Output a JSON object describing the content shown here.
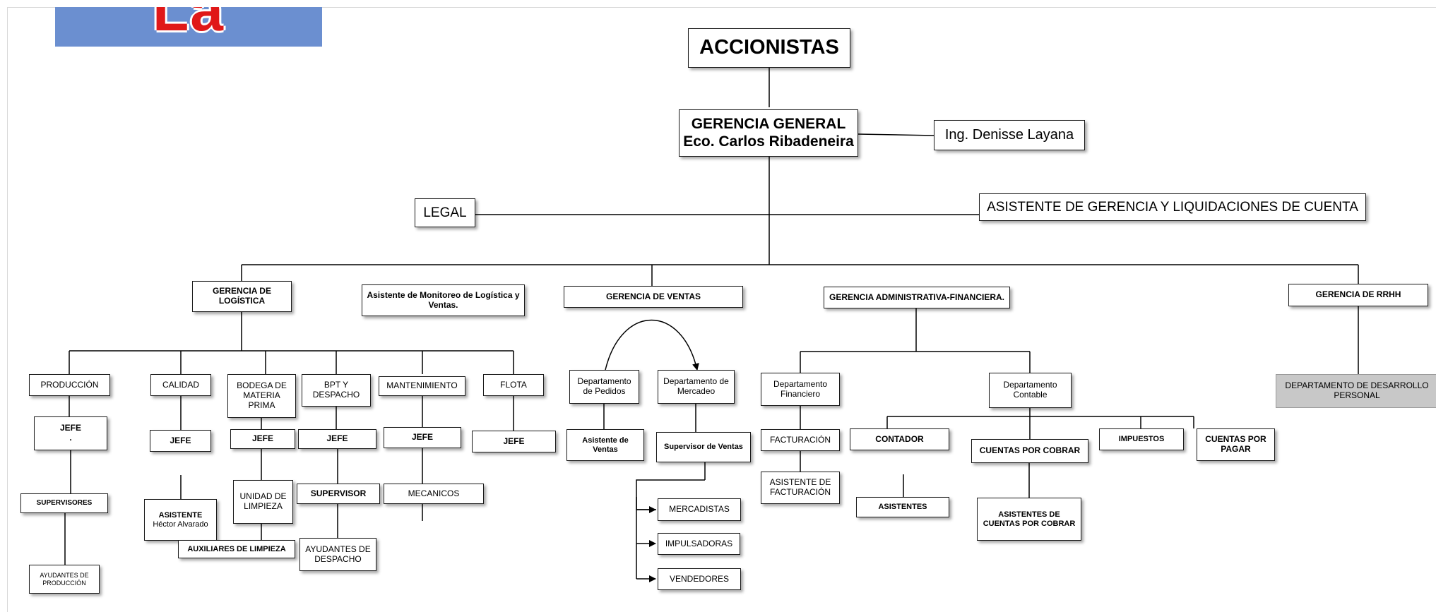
{
  "logo": {
    "text": "La Chilenita"
  },
  "nodes": {
    "accionistas": "ACCIONISTAS",
    "gerencia_general": [
      "GERENCIA GENERAL",
      "Eco. Carlos Ribadeneira"
    ],
    "denisse": "Ing. Denisse Layana",
    "legal": "LEGAL",
    "asistente_gerencia": "ASISTENTE DE GERENCIA Y LIQUIDACIONES DE CUENTA",
    "gerencia_logistica": "GERENCIA DE LOGÍSTICA",
    "asistente_monitoreo": "Asistente de Monitoreo de Logística y Ventas.",
    "gerencia_ventas": "GERENCIA DE VENTAS",
    "gerencia_admin": "GERENCIA ADMINISTRATIVA-FINANCIERA.",
    "gerencia_rrhh": "GERENCIA DE RRHH",
    "produccion": "PRODUCCIÓN",
    "calidad": "CALIDAD",
    "bodega": "BODEGA DE MATERIA PRIMA",
    "bpt": "BPT Y DESPACHO",
    "mantenimiento": "MANTENIMIENTO",
    "flota": "FLOTA",
    "jefe": "JEFE",
    "jefe_dot": ".",
    "supervisores": "SUPERVISORES",
    "ayudantes_produccion": "AYUDANTES DE PRODUCCIÓN",
    "asistente_calidad": [
      "ASISTENTE",
      "Héctor Alvarado"
    ],
    "unidad_limpieza": "UNIDAD DE LIMPIEZA",
    "auxiliares_limpieza": "AUXILIARES DE LIMPIEZA",
    "supervisor": "SUPERVISOR",
    "ayudantes_despacho": "AYUDANTES DE DESPACHO",
    "mecanicos": "MECANICOS",
    "depto_pedidos": "Departamento de Pedidos",
    "depto_mercadeo": "Departamento de Mercadeo",
    "asistente_ventas": "Asistente de Ventas",
    "supervisor_ventas": "Supervisor de Ventas",
    "mercadistas": "MERCADISTAS",
    "impulsadoras": "IMPULSADORAS",
    "vendedores": "VENDEDORES",
    "depto_financiero": "Departamento Financiero",
    "depto_contable": "Departamento Contable",
    "facturacion": "FACTURACIÓN",
    "asistente_facturacion": "ASISTENTE DE FACTURACIÓN",
    "contador": "CONTADOR",
    "asistentes": "ASISTENTES",
    "cuentas_cobrar": "CUENTAS POR COBRAR",
    "asistentes_cuentas": "ASISTENTES DE CUENTAS POR COBRAR",
    "impuestos": "IMPUESTOS",
    "cuentas_pagar": "CUENTAS POR PAGAR",
    "depto_desarrollo": "DEPARTAMENTO DE DESARROLLO PERSONAL"
  }
}
